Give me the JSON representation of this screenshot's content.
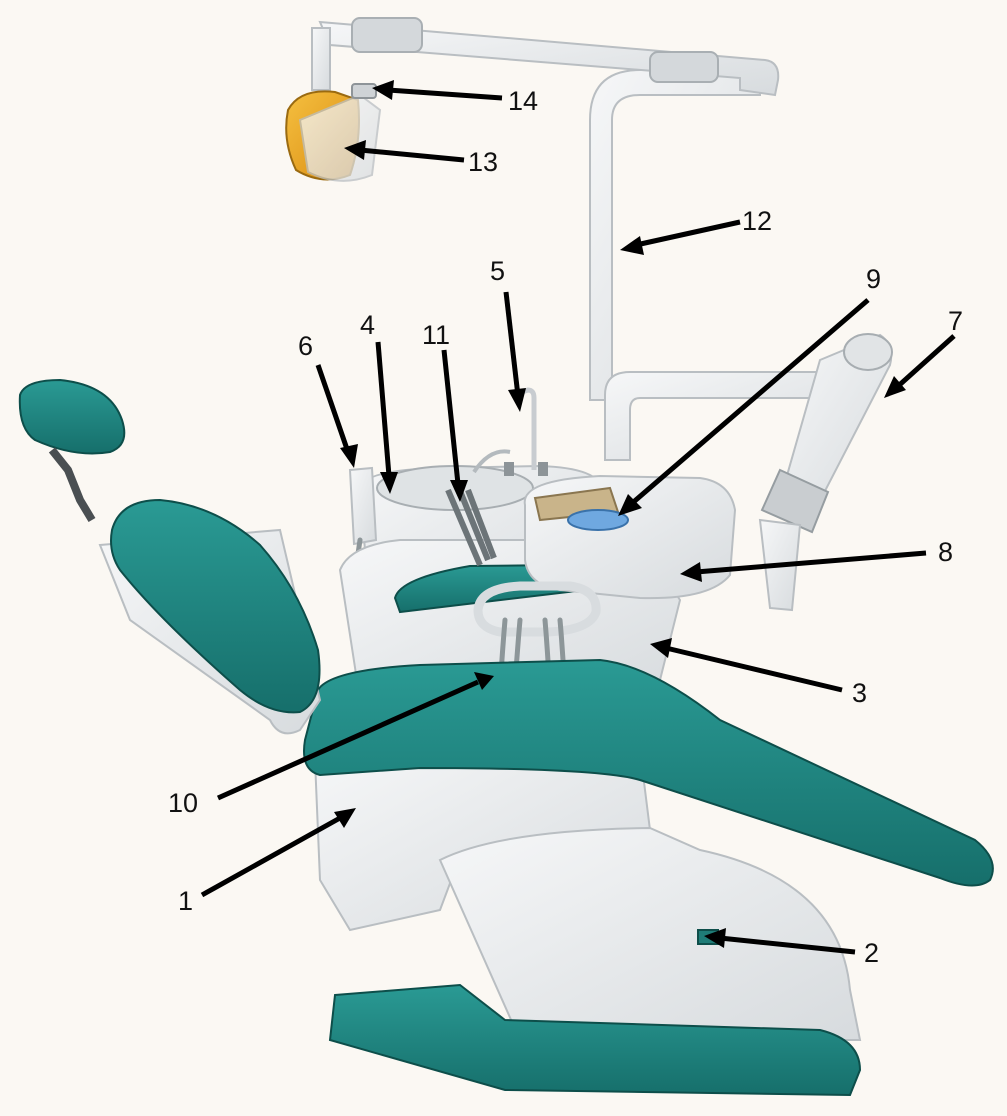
{
  "callouts": [
    {
      "id": "1",
      "label": "1"
    },
    {
      "id": "2",
      "label": "2"
    },
    {
      "id": "3",
      "label": "3"
    },
    {
      "id": "4",
      "label": "4"
    },
    {
      "id": "5",
      "label": "5"
    },
    {
      "id": "6",
      "label": "6"
    },
    {
      "id": "7",
      "label": "7"
    },
    {
      "id": "8",
      "label": "8"
    },
    {
      "id": "9",
      "label": "9"
    },
    {
      "id": "10",
      "label": "10"
    },
    {
      "id": "11",
      "label": "11"
    },
    {
      "id": "12",
      "label": "12"
    },
    {
      "id": "13",
      "label": "13"
    },
    {
      "id": "14",
      "label": "14"
    }
  ],
  "colors": {
    "background": "#fbf8f3",
    "upholstery": "#1f8a85",
    "body": "#e8eaec",
    "lamp": "#f0a020"
  }
}
